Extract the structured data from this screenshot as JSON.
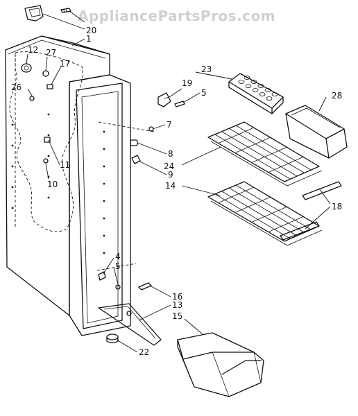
{
  "watermark": "AppliancePartsPros.com",
  "callouts": {
    "c1": "1",
    "c4": "4",
    "c5a": "5",
    "c5b": "5",
    "c7": "7",
    "c8": "8",
    "c9": "9",
    "c10": "10",
    "c11": "11",
    "c12": "12",
    "c13": "13",
    "c14": "14",
    "c15": "15",
    "c16": "16",
    "c17": "17",
    "c18": "18",
    "c19": "19",
    "c20": "20",
    "c22": "22",
    "c23": "23",
    "c24": "24",
    "c26": "26",
    "c27": "27",
    "c28": "28"
  }
}
